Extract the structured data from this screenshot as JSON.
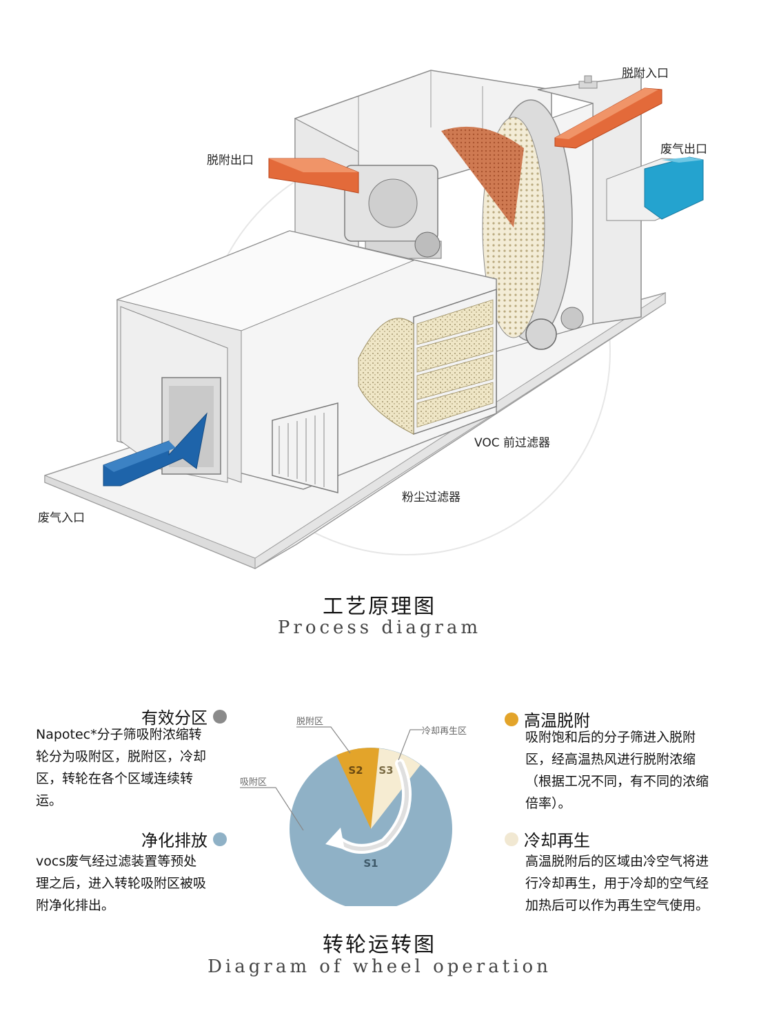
{
  "process": {
    "labels": {
      "desorb_inlet": "脱附入口",
      "desorb_outlet": "脱附出口",
      "exhaust_outlet": "废气出口",
      "voc_prefilter": "VOC 前过滤器",
      "dust_filter": "粉尘过滤器",
      "exhaust_inlet": "废气入口"
    },
    "title_zh": "工艺原理图",
    "title_en": "Process diagram"
  },
  "wheel": {
    "zone_labels": {
      "desorb": "脱附区",
      "cooling": "冷却再生区",
      "adsorb": "吸附区"
    },
    "sectors": [
      {
        "id": "S1",
        "label": "S1",
        "color": "#8fb1c6"
      },
      {
        "id": "S2",
        "label": "S2",
        "color": "#e3a42a"
      },
      {
        "id": "S3",
        "label": "S3",
        "color": "#f6ecd2"
      }
    ],
    "title_zh": "转轮运转图",
    "title_en": "Diagram of wheel operation"
  },
  "blocks": {
    "zones": {
      "title": "有效分区",
      "color": "#8a8a8a",
      "lines": [
        "Napotec*分子筛吸附浓缩转",
        "轮分为吸附区，脱附区，冷却",
        "区，转轮在各个区域连续转",
        "运。"
      ]
    },
    "purify": {
      "title": "净化排放",
      "color": "#8fb1c6",
      "lines": [
        "vocs废气经过滤装置等预处",
        "理之后，进入转轮吸附区被吸",
        "附净化排出。"
      ]
    },
    "desorb": {
      "title": "高温脱附",
      "color": "#e3a42a",
      "lines": [
        "吸附饱和后的分子筛进入脱附",
        "区，经高温热风进行脱附浓缩",
        "（根据工况不同，有不同的浓缩",
        "倍率）。"
      ]
    },
    "cooling": {
      "title": "冷却再生",
      "color": "#f1e8d2",
      "lines": [
        "高温脱附后的区域由冷空气将进",
        "行冷却再生，用于冷却的空气经",
        "加热后可以作为再生空气使用。"
      ]
    }
  }
}
